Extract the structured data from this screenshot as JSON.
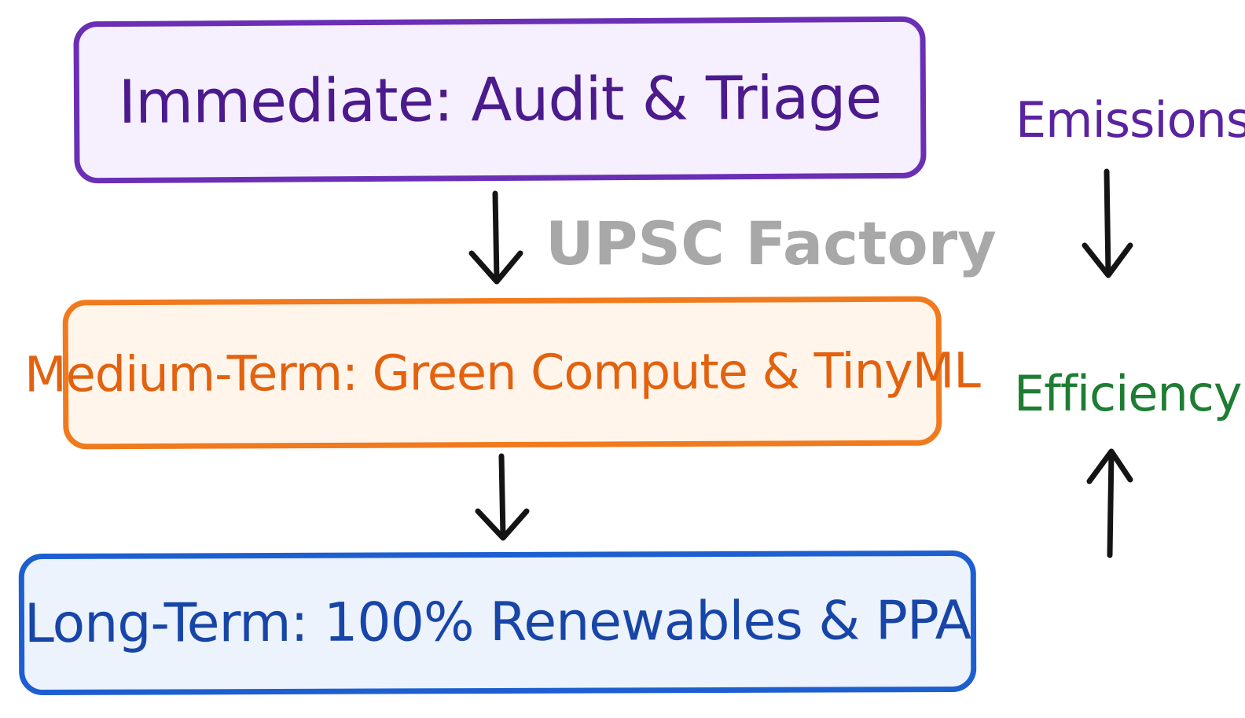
{
  "stages": [
    {
      "label": "Immediate:  Audit & Triage",
      "border_color": "#6a2fb5",
      "text_color": "#4b1a8c"
    },
    {
      "label": "Medium-Term: Green Compute & TinyML",
      "border_color": "#f07a1e",
      "text_color": "#e2620f"
    },
    {
      "label": "Long-Term:  100% Renewables & PPA",
      "border_color": "#1d5fd0",
      "text_color": "#1845a8"
    }
  ],
  "side": {
    "emissions": {
      "label": "Emissions",
      "color": "#5a24a0",
      "direction": "down"
    },
    "efficiency": {
      "label": "Efficiency",
      "color": "#1e7d33",
      "direction": "up"
    }
  },
  "arrow_color": "#141414",
  "watermark": "UPSC Factory"
}
